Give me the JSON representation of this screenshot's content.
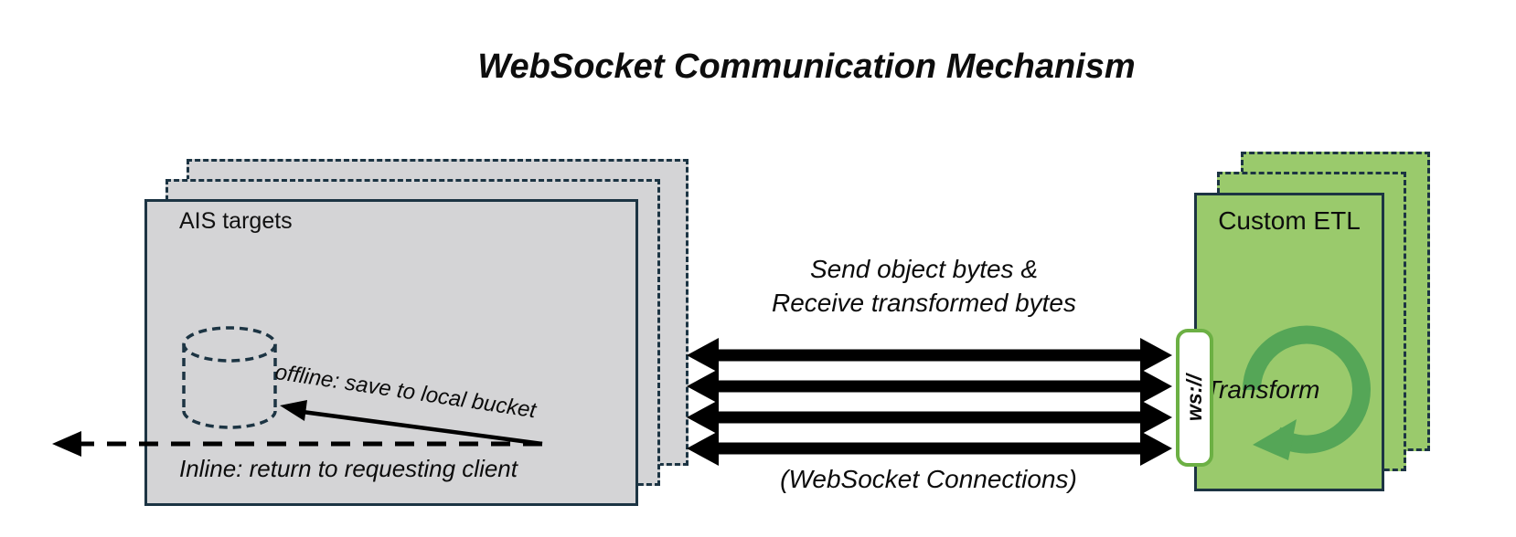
{
  "title": "WebSocket Communication Mechanism",
  "colors": {
    "navy": "#1c3443",
    "gray_fill": "#d4d4d6",
    "green_fill": "#9aca6c",
    "ring_green": "#55a657",
    "badge_green": "#6cb044",
    "ink": "#000000"
  },
  "left_stack": {
    "label": "AIS targets",
    "layer_count": 3,
    "offline_arrow_label": "offline: save to local bucket",
    "inline_arrow_label": "Inline: return to requesting client"
  },
  "middle": {
    "caption_line1": "Send object bytes &",
    "caption_line2": "Receive transformed bytes",
    "caption_bottom": "(WebSocket Connections)",
    "connection_count": 4
  },
  "right_stack": {
    "label": "Custom ETL",
    "layer_count": 3,
    "transform_label": "Transform",
    "ws_badge_label": "ws://"
  }
}
